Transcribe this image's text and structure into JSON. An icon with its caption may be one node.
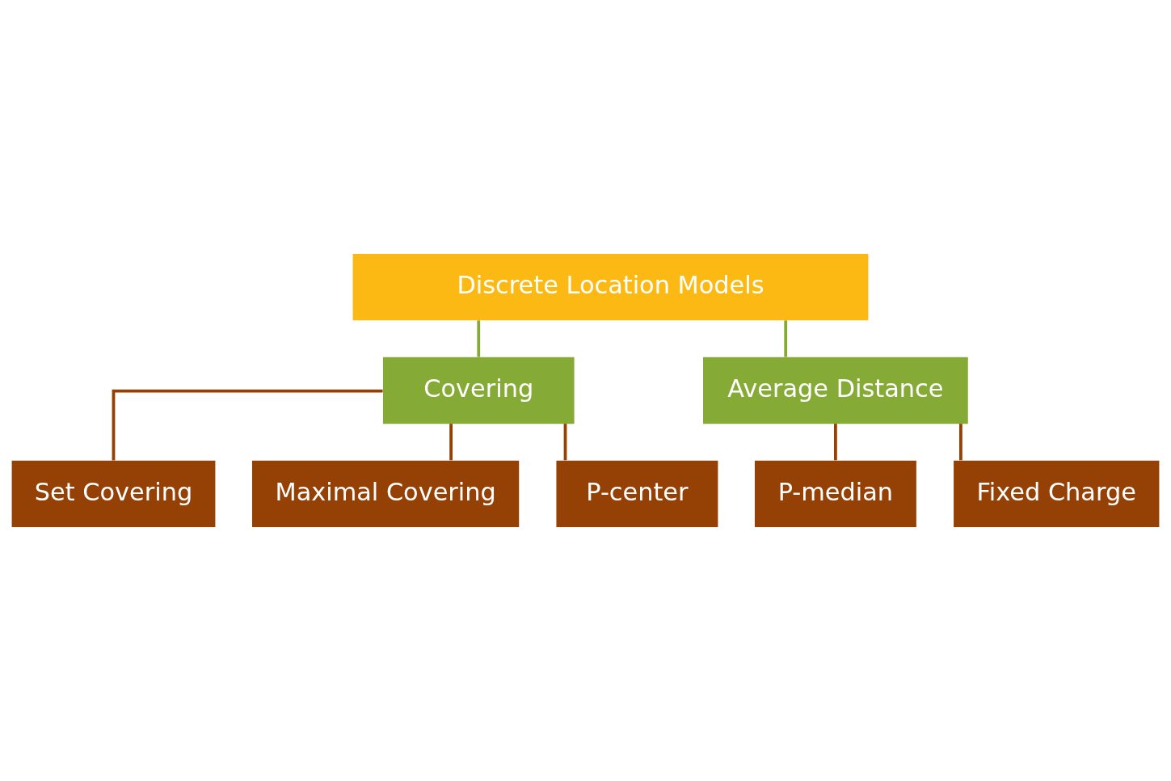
{
  "diagram": {
    "nodes": [
      {
        "text": [
          "Discrete Location Models"
        ]
      },
      {
        "text": [
          "Covering"
        ]
      },
      {
        "text": [
          "Average Distance"
        ]
      },
      {
        "text": [
          "Set Covering"
        ]
      },
      {
        "text": [
          "Maximal Covering"
        ]
      },
      {
        "text": [
          "P-center"
        ]
      },
      {
        "text": [
          "P-median"
        ]
      },
      {
        "text": [
          "Fixed Charge"
        ]
      }
    ],
    "edges": [
      {
        "from": 0,
        "to": 1,
        "arrow": "none",
        "color": "#86aa36"
      },
      {
        "from": 0,
        "to": 2,
        "arrow": "none",
        "color": "#86aa36"
      },
      {
        "from": 1,
        "to": 3,
        "arrow": "none"
      },
      {
        "from": 1,
        "to": 4,
        "arrow": "none"
      },
      {
        "from": 1,
        "to": 5,
        "arrow": "none"
      },
      {
        "from": 2,
        "to": 6,
        "arrow": "none"
      },
      {
        "from": 2,
        "to": 7,
        "arrow": "none"
      }
    ]
  }
}
